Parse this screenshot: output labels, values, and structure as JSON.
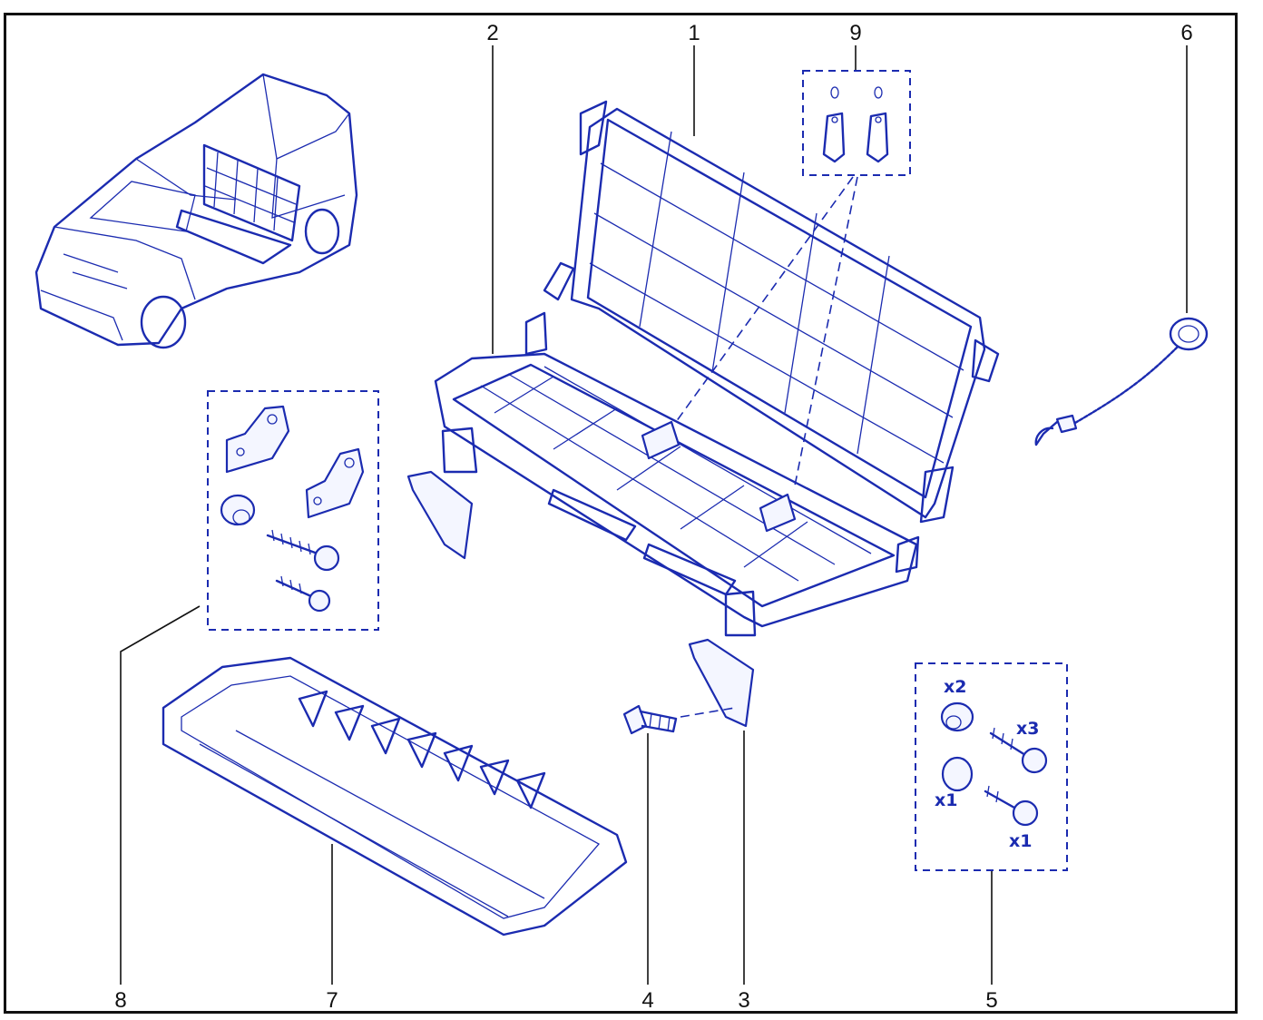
{
  "callouts": {
    "c1": "1",
    "c2": "2",
    "c3": "3",
    "c4": "4",
    "c5": "5",
    "c6": "6",
    "c7": "7",
    "c8": "8",
    "c9": "9"
  },
  "quantities": {
    "spacer_large": "x2",
    "bolt_long": "x3",
    "spacer_small": "x1",
    "bolt_short": "x1"
  },
  "colors": {
    "line_art": "#1b2bb0",
    "callout_text": "#111111",
    "frame": "#111111"
  }
}
